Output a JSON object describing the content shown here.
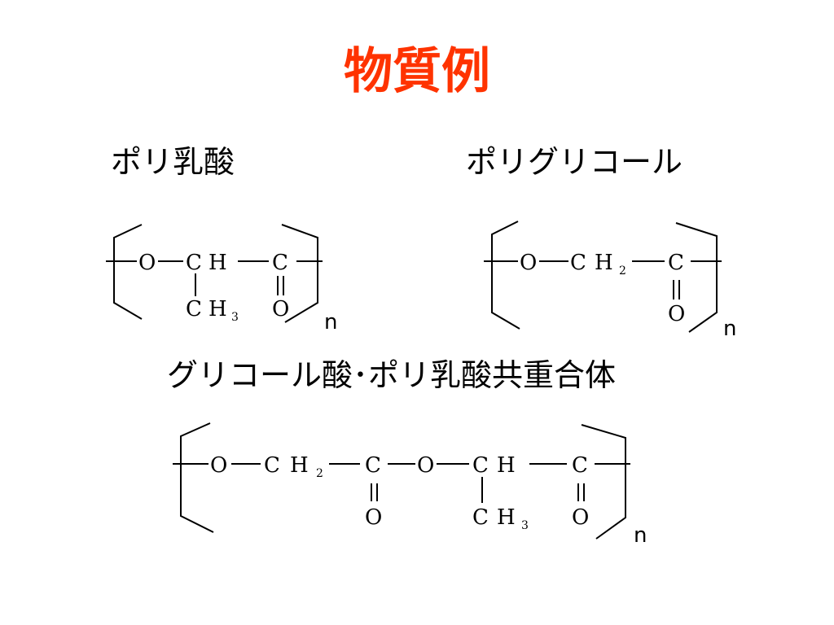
{
  "slide": {
    "title": "物質例",
    "colors": {
      "title": "#ff3300",
      "text": "#000000",
      "background": "#ffffff"
    }
  },
  "polylactic": {
    "name": "ポリ乳酸",
    "atoms": {
      "o1": "O",
      "c1": "C",
      "h1": "H",
      "c2": "C",
      "ch3_c": "C",
      "ch3_h": "H",
      "ch3_sub": "3",
      "o2": "O"
    },
    "repeat": "n"
  },
  "polyglycolic": {
    "name": "ポリグリコール",
    "atoms": {
      "o1": "O",
      "c1": "C",
      "h2": "H",
      "h2_sub": "2",
      "c2": "C",
      "o2": "O"
    },
    "repeat": "n"
  },
  "copolymer": {
    "name": "グリコール酸･ポリ乳酸共重合体",
    "atoms": {
      "o1": "O",
      "c1": "C",
      "h2": "H",
      "h2_sub": "2",
      "c2": "C",
      "o_dbl1": "O",
      "o2": "O",
      "c3": "C",
      "h3": "H",
      "ch3_c": "C",
      "ch3_h": "H",
      "ch3_sub": "3",
      "c4": "C",
      "o_dbl2": "O"
    },
    "repeat": "n"
  }
}
